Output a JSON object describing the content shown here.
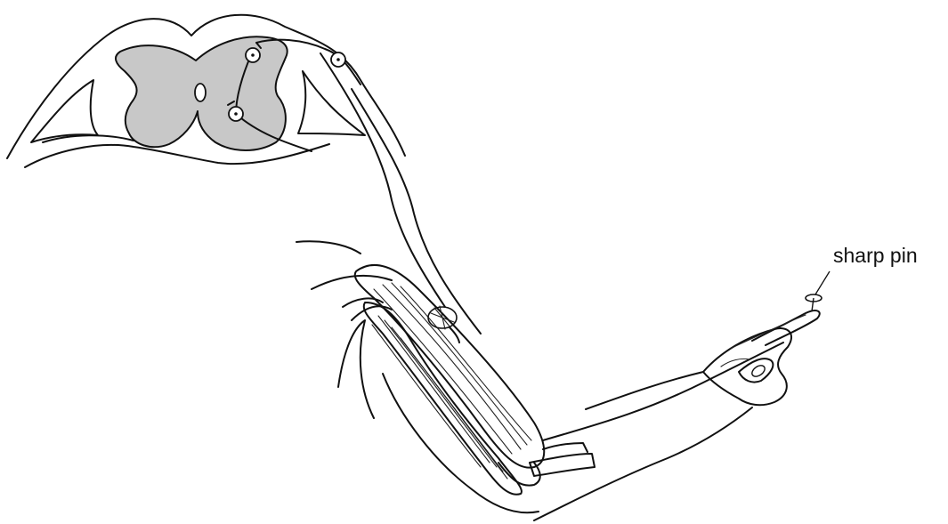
{
  "labels": {
    "pin": "sharp pin"
  },
  "colors": {
    "outline": "#111111",
    "grey_matter": "#c8c8c8",
    "background": "#ffffff"
  },
  "icons": {
    "neuron_cell_body": "circle-with-dot",
    "pin_head": "ellipse"
  }
}
